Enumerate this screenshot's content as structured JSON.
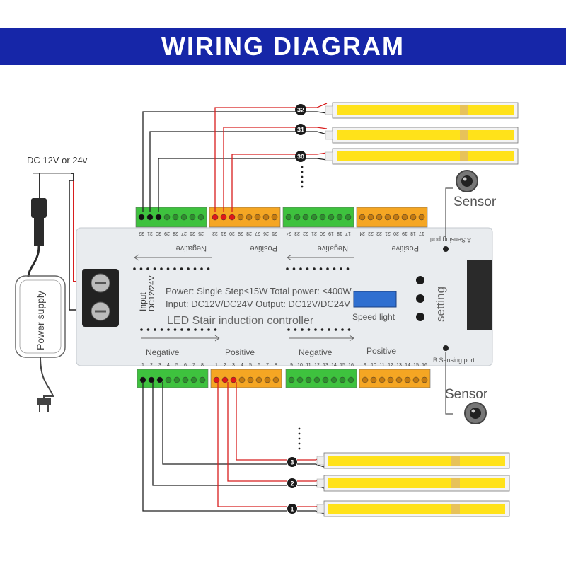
{
  "title": "WIRING DIAGRAM",
  "supply_label": "DC 12V or 24v",
  "power_supply_label": "Power supply",
  "sensor_top_label": "Sensor",
  "sensor_bottom_label": "Sensor",
  "controller": {
    "input_label": "Input",
    "input_voltage": "DC12/24V",
    "power_line": "Power: Single Step≤15W Total power: ≤400W",
    "input_line": "Input: DC12V/DC24V Output: DC12V/DC24V",
    "name": "LED Stair induction controller",
    "speed_light": "Speed light",
    "setting": "setting",
    "a_sensing_port": "A Sensing port",
    "b_sensing_port": "B Sensing port",
    "negative": "Negative",
    "positive": "Positive",
    "top_terminal_numbers": [
      "32",
      "31",
      "30",
      "29",
      "28",
      "27",
      "26",
      "25",
      "32",
      "31",
      "30",
      "29",
      "28",
      "27",
      "26",
      "25",
      "24",
      "23",
      "22",
      "21",
      "20",
      "19",
      "18",
      "17",
      "24",
      "23",
      "22",
      "21",
      "20",
      "19",
      "18",
      "17"
    ],
    "bottom_terminal_numbers": [
      "1",
      "2",
      "3",
      "4",
      "5",
      "6",
      "7",
      "8",
      "1",
      "2",
      "3",
      "4",
      "5",
      "6",
      "7",
      "8",
      "9",
      "10",
      "11",
      "12",
      "13",
      "14",
      "15",
      "16",
      "9",
      "10",
      "11",
      "12",
      "13",
      "14",
      "15",
      "16"
    ]
  },
  "channels_top": [
    "32",
    "31",
    "30"
  ],
  "channels_bottom": [
    "3",
    "2",
    "1"
  ],
  "colors": {
    "banner": "#1626a8",
    "wire_red": "#d81e1e",
    "wire_black": "#222222",
    "terminal_green": "#3ec23e",
    "terminal_orange": "#f5a623",
    "led_yellow": "#ffe21a",
    "controller_body": "#e9ecef"
  }
}
